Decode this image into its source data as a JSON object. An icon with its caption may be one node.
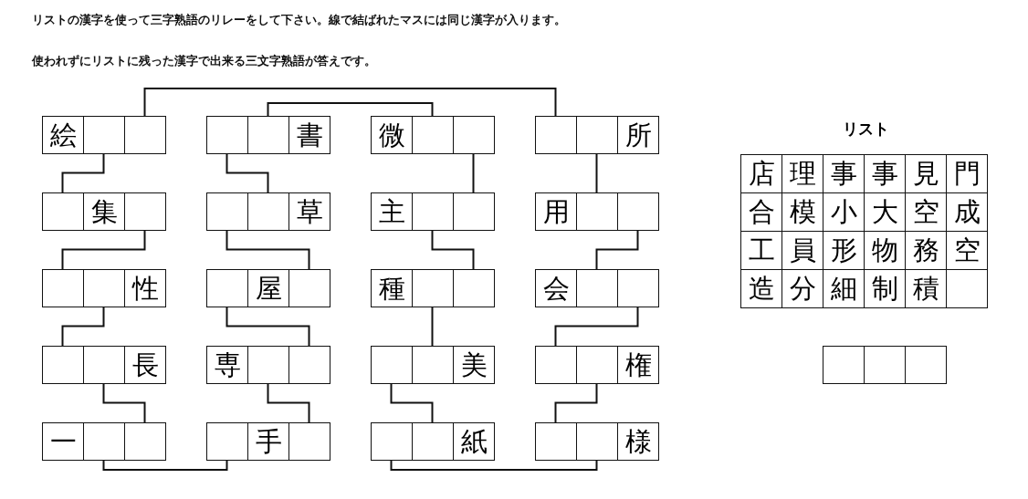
{
  "diagram": {
    "nodes": [
      {
        "text": [
          "絵"
        ]
      },
      {
        "text": [],
        "shape": "box"
      },
      {
        "text": [],
        "shape": "box"
      },
      {
        "text": [],
        "shape": "box"
      },
      {
        "text": [],
        "shape": "box"
      },
      {
        "text": [
          "書"
        ]
      },
      {
        "text": [
          "微"
        ]
      },
      {
        "text": [],
        "shape": "box"
      },
      {
        "text": [],
        "shape": "box"
      },
      {
        "text": [],
        "shape": "box"
      },
      {
        "text": [],
        "shape": "box"
      },
      {
        "text": [
          "所"
        ]
      },
      {
        "text": [],
        "shape": "box"
      },
      {
        "text": [
          "集"
        ]
      },
      {
        "text": [],
        "shape": "box"
      },
      {
        "text": [],
        "shape": "box"
      },
      {
        "text": [],
        "shape": "box"
      },
      {
        "text": [
          "草"
        ]
      },
      {
        "text": [
          "主"
        ]
      },
      {
        "text": [],
        "shape": "box"
      },
      {
        "text": [],
        "shape": "box"
      },
      {
        "text": [
          "用"
        ]
      },
      {
        "text": [],
        "shape": "box"
      },
      {
        "text": [],
        "shape": "box"
      },
      {
        "text": [],
        "shape": "box"
      },
      {
        "text": [],
        "shape": "box"
      },
      {
        "text": [
          "性"
        ]
      },
      {
        "text": [],
        "shape": "box"
      },
      {
        "text": [
          "屋"
        ]
      },
      {
        "text": [],
        "shape": "box"
      },
      {
        "text": [
          "種"
        ]
      },
      {
        "text": [],
        "shape": "box"
      },
      {
        "text": [],
        "shape": "box"
      },
      {
        "text": [
          "会"
        ]
      },
      {
        "text": [],
        "shape": "box"
      },
      {
        "text": [],
        "shape": "box"
      },
      {
        "text": [],
        "shape": "box"
      },
      {
        "text": [],
        "shape": "box"
      },
      {
        "text": [
          "長"
        ]
      },
      {
        "text": [
          "専"
        ]
      },
      {
        "text": [],
        "shape": "box"
      },
      {
        "text": [],
        "shape": "box"
      },
      {
        "text": [],
        "shape": "box"
      },
      {
        "text": [],
        "shape": "box"
      },
      {
        "text": [
          "美"
        ]
      },
      {
        "text": [],
        "shape": "box"
      },
      {
        "text": [],
        "shape": "box"
      },
      {
        "text": [
          "権"
        ]
      },
      {
        "text": [
          "一"
        ]
      },
      {
        "text": [],
        "shape": "box"
      },
      {
        "text": [],
        "shape": "box"
      },
      {
        "text": [],
        "shape": "box"
      },
      {
        "text": [
          "手"
        ]
      },
      {
        "text": [],
        "shape": "box"
      },
      {
        "text": [],
        "shape": "box"
      },
      {
        "text": [],
        "shape": "box"
      },
      {
        "text": [
          "紙"
        ]
      },
      {
        "text": [],
        "shape": "box"
      },
      {
        "text": [],
        "shape": "box"
      },
      {
        "text": [
          "様"
        ]
      },
      {
        "text": [],
        "shape": "box"
      },
      {
        "text": [],
        "shape": "box"
      },
      {
        "text": [],
        "shape": "box"
      }
    ],
    "edges": [
      {
        "from": 1,
        "to": 12,
        "arrow": "none"
      },
      {
        "from": 14,
        "to": 24,
        "arrow": "none"
      },
      {
        "from": 25,
        "to": 36,
        "arrow": "none"
      },
      {
        "from": 37,
        "to": 50,
        "arrow": "none"
      },
      {
        "from": 3,
        "to": 16,
        "arrow": "none"
      },
      {
        "from": 15,
        "to": 29,
        "arrow": "none"
      },
      {
        "from": 27,
        "to": 41,
        "arrow": "none"
      },
      {
        "from": 40,
        "to": 53,
        "arrow": "none"
      },
      {
        "from": 8,
        "to": 20,
        "arrow": "none"
      },
      {
        "from": 19,
        "to": 32,
        "arrow": "none"
      },
      {
        "from": 31,
        "to": 43,
        "arrow": "none"
      },
      {
        "from": 42,
        "to": 55,
        "arrow": "none"
      },
      {
        "from": 10,
        "to": 22,
        "arrow": "none"
      },
      {
        "from": 23,
        "to": 34,
        "arrow": "none"
      },
      {
        "from": 35,
        "to": 45,
        "arrow": "none"
      },
      {
        "from": 46,
        "to": 57,
        "arrow": "none"
      },
      {
        "from": 49,
        "to": 51,
        "arrow": "none"
      },
      {
        "from": 54,
        "to": 58,
        "arrow": "none"
      },
      {
        "from": 2,
        "to": 9,
        "arrow": "none"
      },
      {
        "from": 4,
        "to": 7,
        "arrow": "none"
      }
    ],
    "labels": [
      "リストの漢字を使って三字熟語のリレーをして下さい。線で結ばれたマスには同じ漢字が入ります。",
      "使われずにリストに残った漢字で出来る三文字熟語が答えです。",
      "リスト",
      "店",
      "理",
      "事",
      "事",
      "見",
      "門",
      "合",
      "模",
      "小",
      "大",
      "空",
      "成",
      "工",
      "員",
      "形",
      "物",
      "務",
      "空",
      "造",
      "分",
      "細",
      "制",
      "積"
    ]
  }
}
